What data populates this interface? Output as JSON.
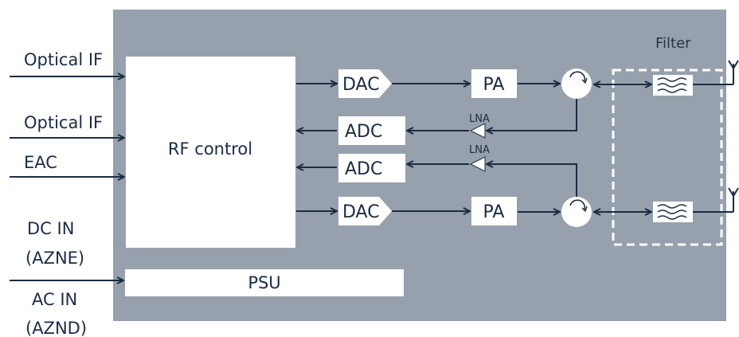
{
  "inputs": {
    "optical_if_1": "Optical IF",
    "optical_if_2": "Optical IF",
    "eac": "EAC",
    "dc_in": "DC IN",
    "dc_in_sub": "(AZNE)",
    "ac_in": "AC IN",
    "ac_in_sub": "(AZND)"
  },
  "blocks": {
    "rf_control": "RF control",
    "psu": "PSU",
    "dac": "DAC",
    "adc": "ADC",
    "pa": "PA",
    "lna": "LNA",
    "filter": "Filter"
  },
  "colors": {
    "panel": "#97a1ae",
    "line": "#1b2c44",
    "box": "#ffffff"
  }
}
